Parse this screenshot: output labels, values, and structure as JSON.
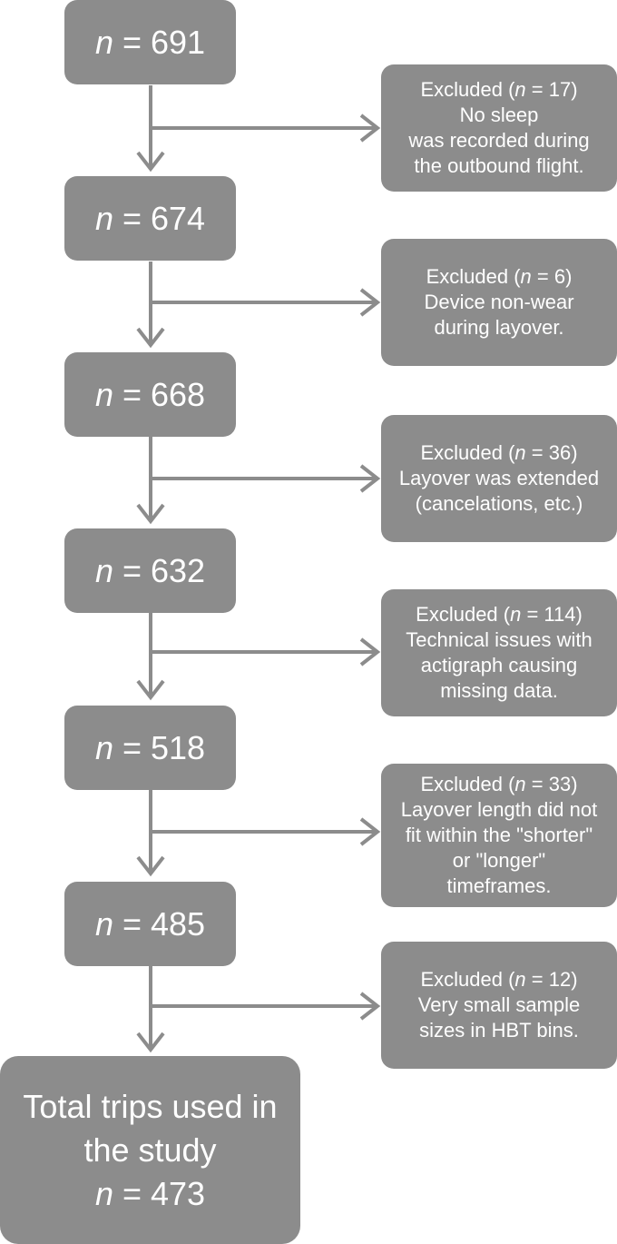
{
  "colors": {
    "box_fill": "#8c8c8c",
    "box_text": "#ffffff",
    "connector": "#8c8c8c",
    "background": "#ffffff"
  },
  "steps": [
    {
      "n_label": "n",
      "count_text": " = 691"
    },
    {
      "n_label": "n",
      "count_text": " = 674"
    },
    {
      "n_label": "n",
      "count_text": " = 668"
    },
    {
      "n_label": "n",
      "count_text": " = 632"
    },
    {
      "n_label": "n",
      "count_text": " = 518"
    },
    {
      "n_label": "n",
      "count_text": " = 485"
    }
  ],
  "exclusions": [
    {
      "prefix": "Excluded (",
      "n_label": "n",
      "count_text": " = 17)",
      "reason_lines": [
        "No sleep",
        "was recorded during",
        "the outbound flight."
      ]
    },
    {
      "prefix": "Excluded (",
      "n_label": "n",
      "count_text": " = 6)",
      "reason_lines": [
        "Device non-wear",
        "during layover."
      ]
    },
    {
      "prefix": "Excluded (",
      "n_label": "n",
      "count_text": " = 36)",
      "reason_lines": [
        "Layover was extended",
        "(cancelations, etc.)"
      ]
    },
    {
      "prefix": "Excluded (",
      "n_label": "n",
      "count_text": " = 114)",
      "reason_lines": [
        "Technical issues with",
        "actigraph causing",
        "missing data."
      ]
    },
    {
      "prefix": "Excluded (",
      "n_label": "n",
      "count_text": " = 33)",
      "reason_lines": [
        "Layover length did not",
        "fit within the \"shorter\"",
        "or \"longer\"",
        "timeframes."
      ]
    },
    {
      "prefix": "Excluded (",
      "n_label": "n",
      "count_text": " = 12)",
      "reason_lines": [
        "Very small sample",
        "sizes in HBT bins."
      ]
    }
  ],
  "final": {
    "title_lines": [
      "Total trips used in",
      "the study"
    ],
    "n_label": "n",
    "count_text": " = 473"
  }
}
